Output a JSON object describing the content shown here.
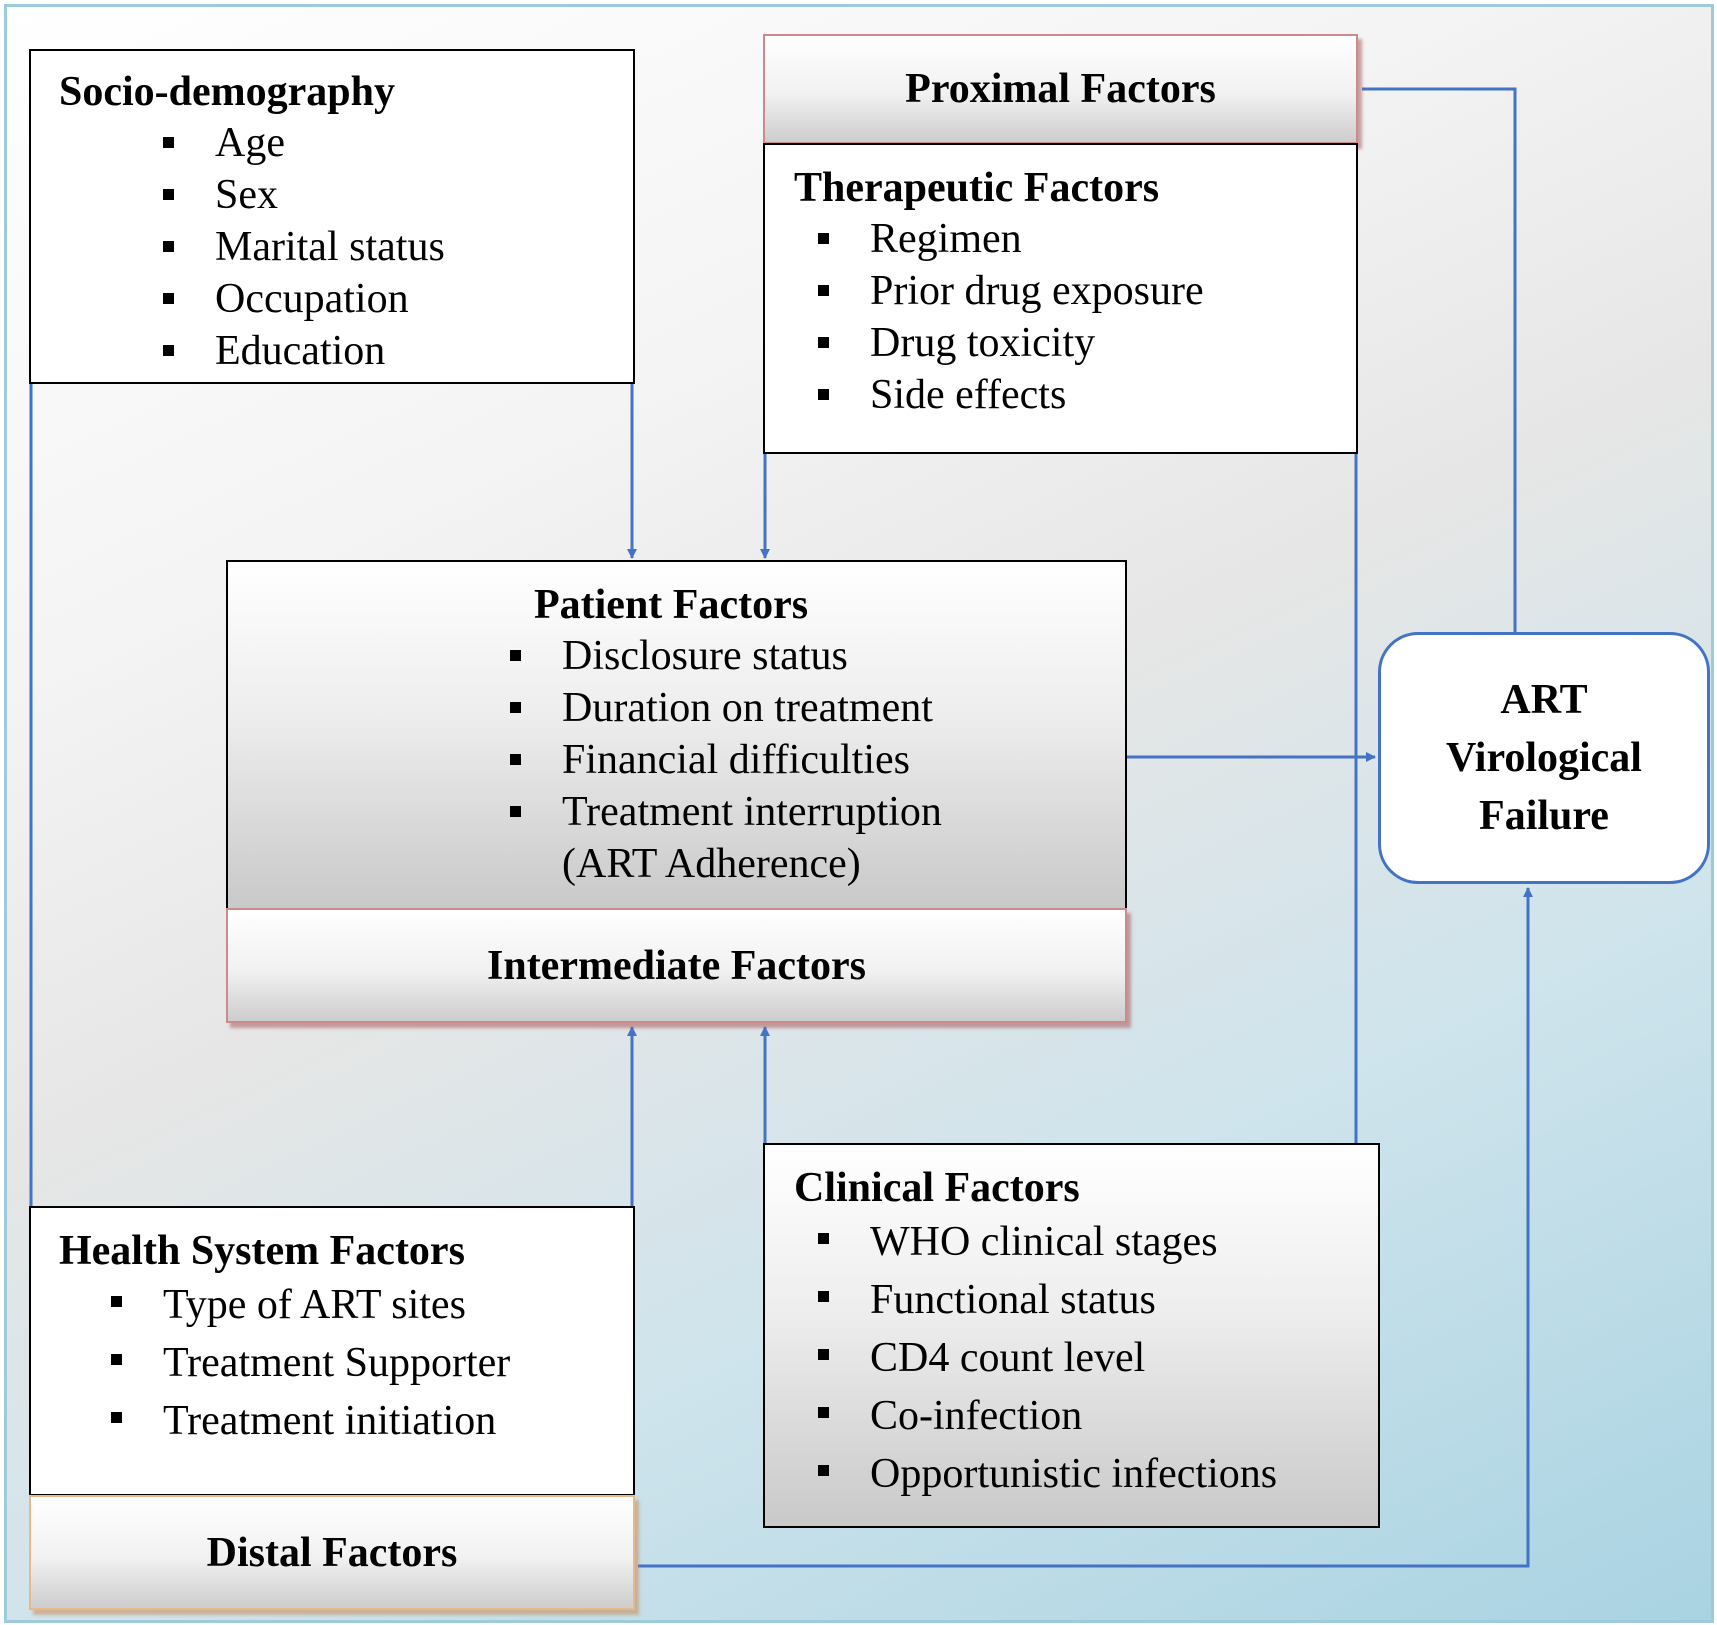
{
  "socio_demography": {
    "title": "Socio-demography",
    "items": [
      "Age",
      "Sex",
      "Marital status",
      "Occupation",
      "Education"
    ]
  },
  "proximal": {
    "band_label": "Proximal Factors",
    "therapeutic": {
      "title": "Therapeutic Factors",
      "items": [
        "Regimen",
        "Prior drug exposure",
        "Drug toxicity",
        "Side effects"
      ]
    }
  },
  "intermediate": {
    "band_label": "Intermediate Factors",
    "patient": {
      "title": "Patient Factors",
      "items": [
        "Disclosure status",
        "Duration on treatment",
        "Financial difficulties",
        "Treatment interruption"
      ],
      "note": "(ART Adherence)"
    }
  },
  "outcome": {
    "line1": "ART",
    "line2": "Virological",
    "line3": "Failure"
  },
  "health_system": {
    "title": "Health System Factors",
    "items": [
      "Type of ART sites",
      "Treatment Supporter",
      "Treatment initiation"
    ]
  },
  "distal": {
    "band_label": "Distal Factors"
  },
  "clinical": {
    "title": "Clinical Factors",
    "items": [
      "WHO clinical stages",
      "Functional status",
      "CD4 count level",
      "Co-infection",
      "Opportunistic infections"
    ]
  },
  "colors": {
    "connector": "#4472c4",
    "frame": "#9ecbdc"
  }
}
